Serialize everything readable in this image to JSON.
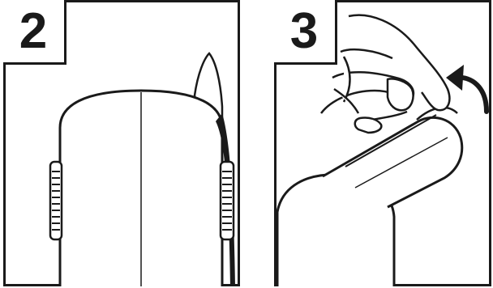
{
  "steps": [
    {
      "number": "2",
      "icon": "wrap-sleeve-over-handle-illustration"
    },
    {
      "number": "3",
      "icon": "hand-folding-sleeve-illustration",
      "arrow": "curved-arrow-icon"
    }
  ],
  "colors": {
    "ink": "#1a1a1a",
    "background": "#ffffff"
  }
}
